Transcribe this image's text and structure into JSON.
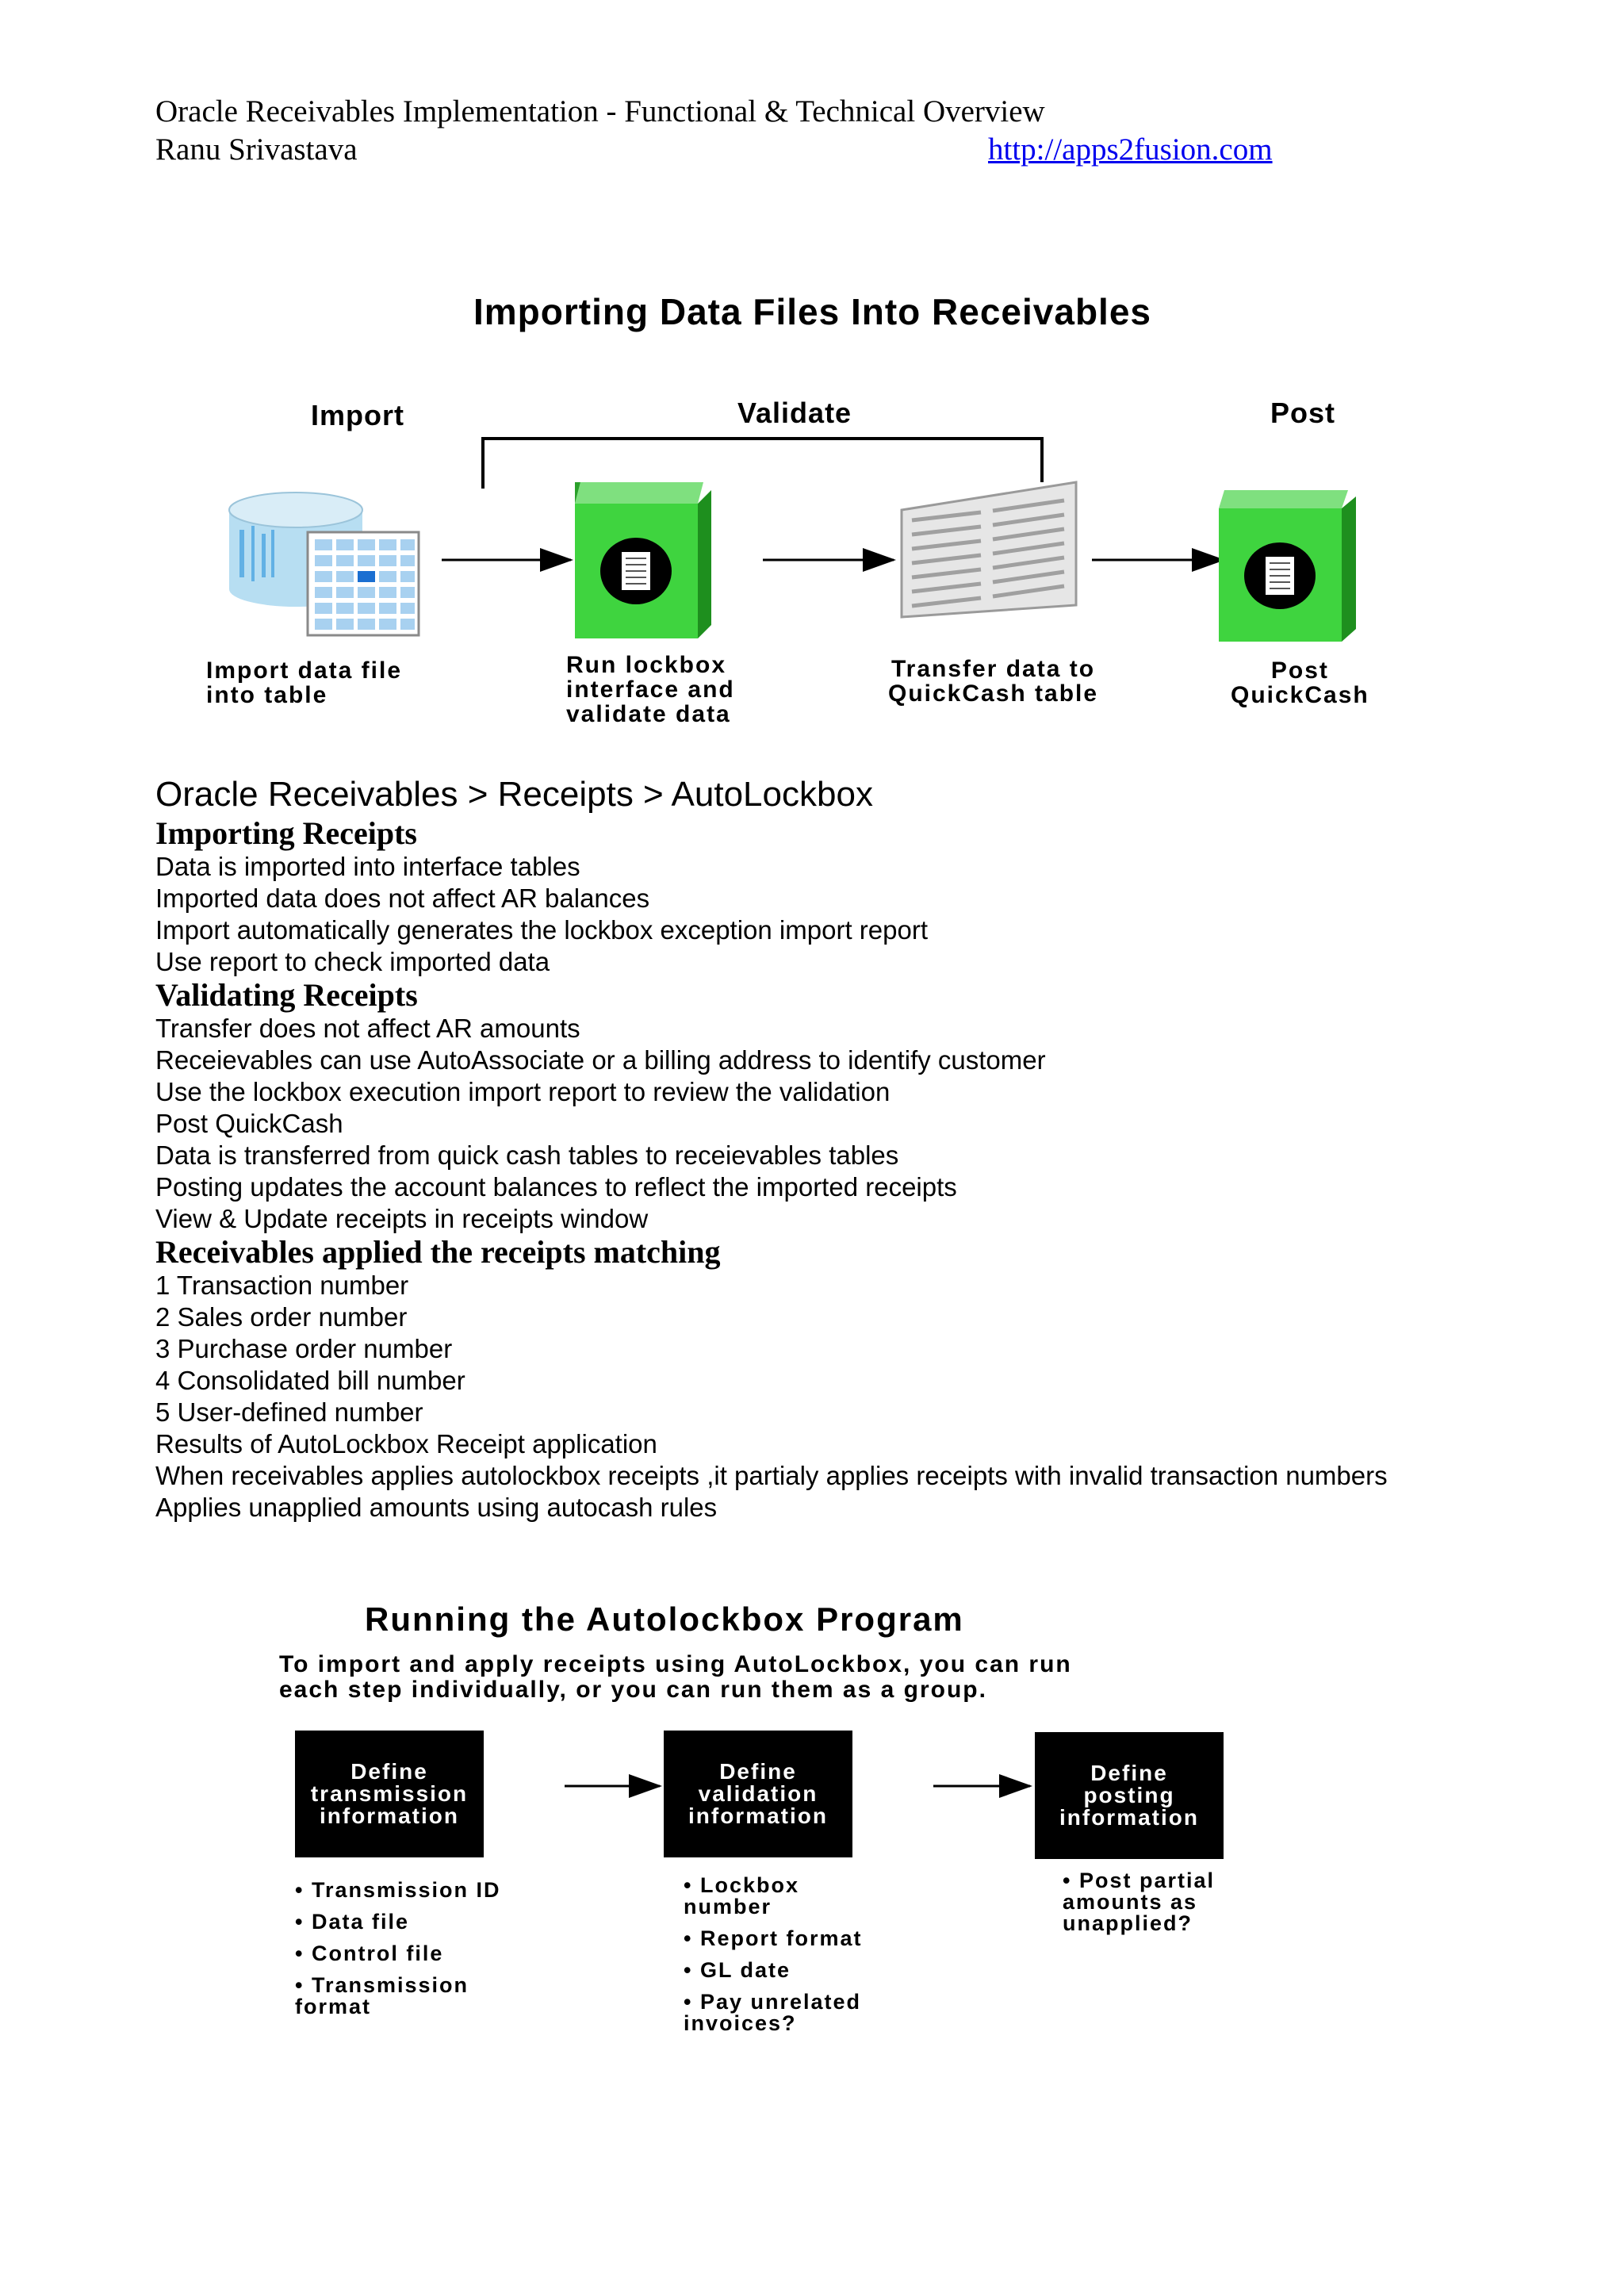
{
  "header": {
    "title": "Oracle Receivables Implementation - Functional & Technical Overview",
    "author": "Ranu Srivastava",
    "link": "http://apps2fusion.com"
  },
  "figure1": {
    "title": "Importing Data Files Into Receivables",
    "stages": [
      "Import",
      "Validate",
      "Post"
    ],
    "captions": [
      [
        "Import data file",
        "into table"
      ],
      [
        "Run lockbox",
        "interface and",
        "validate data"
      ],
      [
        "Transfer data to",
        "QuickCash table"
      ],
      [
        "Post",
        "QuickCash"
      ]
    ],
    "colors": {
      "cube_green": "#3fd43f",
      "cube_dark": "#1e8f1e",
      "db_blue": "#a8d8ef"
    }
  },
  "body": {
    "breadcrumb": "Oracle Receivables > Receipts > AutoLockbox",
    "sections": [
      {
        "heading": "Importing Receipts",
        "lines": [
          "Data is imported into interface tables",
          "Imported data does not affect AR balances",
          "Import automatically generates the lockbox exception import report",
          "Use report to check imported data"
        ]
      },
      {
        "heading": "Validating Receipts",
        "lines": [
          "Transfer does not affect AR amounts",
          "Receievables can use AutoAssociate or a billing address to identify customer",
          "Use the lockbox execution import report to review the validation",
          "Post QuickCash",
          "Data is transferred from quick cash tables to receievables tables",
          "Posting updates the account balances to reflect the imported receipts",
          "View & Update receipts in receipts window"
        ]
      },
      {
        "heading": "Receivables applied the receipts matching",
        "lines": [
          "1 Transaction number",
          "2 Sales order number",
          "3 Purchase order number",
          "4 Consolidated bill number",
          "5 User-defined number",
          "Results of AutoLockbox Receipt application",
          "When receivables applies autolockbox receipts ,it partialy applies receipts with invalid transaction numbers",
          "Applies unapplied amounts using autocash rules"
        ]
      }
    ]
  },
  "figure2": {
    "title": "Running the Autolockbox Program",
    "subtitle": [
      "To import and apply receipts using AutoLockbox, you can run",
      "each step individually, or you can run them as a group."
    ],
    "boxes": [
      {
        "label": [
          "Define",
          "transmission",
          "information"
        ],
        "bullets": [
          "• Transmission ID",
          "• Data file",
          "• Control file",
          "• Transmission\nformat"
        ]
      },
      {
        "label": [
          "Define",
          "validation",
          "information"
        ],
        "bullets": [
          "• Lockbox\nnumber",
          "• Report format",
          "• GL date",
          "• Pay unrelated\ninvoices?"
        ]
      },
      {
        "label": [
          "Define",
          "posting",
          "information"
        ],
        "bullets": [
          "• Post partial\namounts as\nunapplied?"
        ]
      }
    ]
  }
}
